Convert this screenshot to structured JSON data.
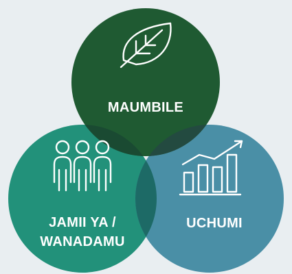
{
  "colors": {
    "background": "#e9eef1",
    "environment": "#1f5a32",
    "social": "#22917a",
    "economic": "#4a8fa6",
    "overlap_top_left": "#1a4a32",
    "overlap_top_right": "#234a40",
    "overlap_bottom": "#1d6a66",
    "overlap_center": "#173c30"
  },
  "circles": [
    {
      "id": "environment",
      "label_lines": [
        "MAUMBILE"
      ],
      "icon": "leaf-icon"
    },
    {
      "id": "social",
      "label_lines": [
        "JAMII YA /",
        "WANADAMU"
      ],
      "icon": "people-icon"
    },
    {
      "id": "economic",
      "label_lines": [
        "UCHUMI"
      ],
      "icon": "bar-chart-growth-icon"
    }
  ]
}
